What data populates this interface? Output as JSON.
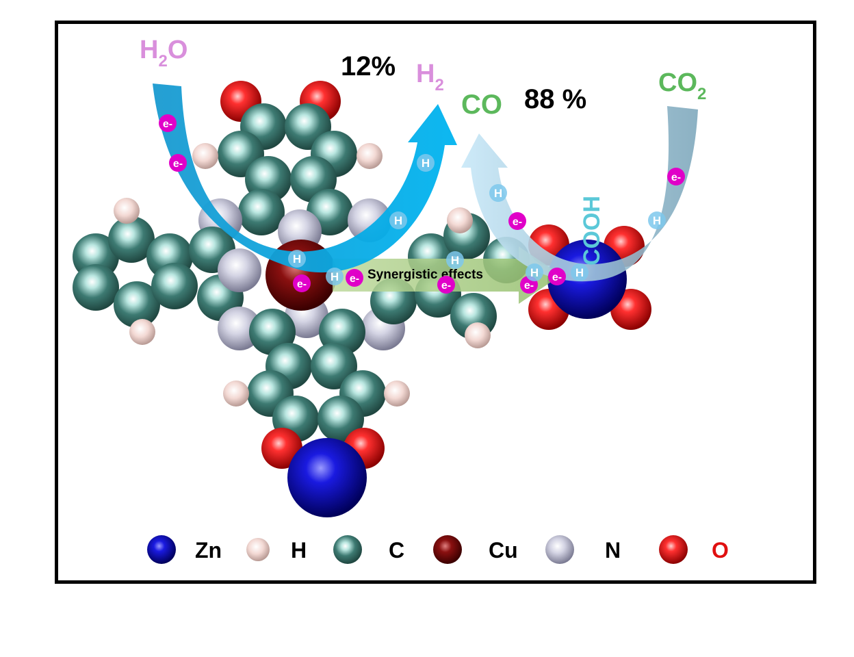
{
  "reactants": {
    "water": {
      "main": "H",
      "sub": "2",
      "tail": "O",
      "color": "#d98fdc"
    },
    "co2": {
      "main": "CO",
      "sub": "2",
      "color": "#5cb85c"
    }
  },
  "products": {
    "h2": {
      "main": "H",
      "sub": "2",
      "color": "#d98fdc",
      "selectivity": "12%"
    },
    "co": {
      "text": "CO",
      "color": "#5cb85c",
      "selectivity": "88 %"
    }
  },
  "intermediate": {
    "text": "COOH",
    "color": "#5bc8d8"
  },
  "synergy_label": "Synergistic effects",
  "markers": {
    "electron": "e-",
    "proton": "H"
  },
  "colors": {
    "Zn": "#1010d0",
    "H": "#f0d2cc",
    "C": "#3d7a72",
    "Cu": "#8a1010",
    "N": "#c8c8d8",
    "O": "#e01010",
    "arrow_h2": "#00a6e6",
    "arrow_co": "#a8d8f0",
    "arrow_co2": "#8fb6c8",
    "synergy": "#a8c880",
    "electron": "#e000c8"
  },
  "legend": [
    {
      "symbol": "Zn",
      "element": "Zn",
      "color": "#000000"
    },
    {
      "symbol": "H",
      "element": "H",
      "color": "#000000"
    },
    {
      "symbol": "C",
      "element": "C",
      "color": "#000000"
    },
    {
      "symbol": "Cu",
      "element": "Cu",
      "color": "#000000"
    },
    {
      "symbol": "N",
      "element": "N",
      "color": "#000000"
    },
    {
      "symbol": "O",
      "element": "O",
      "color": "#e01010"
    }
  ]
}
